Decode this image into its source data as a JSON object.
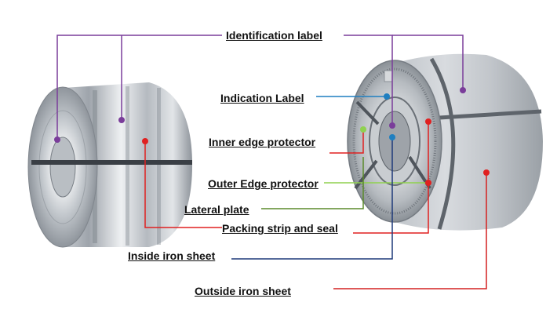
{
  "labels": {
    "identification_label": "Identification label",
    "indication_label": "Indication Label",
    "inner_edge_protector": "Inner edge protector",
    "outer_edge_protector": "Outer Edge protector",
    "lateral_plate": "Lateral plate",
    "packing_strip_and_seal": "Packing strip and seal",
    "inside_iron_sheet": "Inside iron sheet",
    "outside_iron_sheet": "Outside iron sheet"
  },
  "colors": {
    "identification_label": "#7a3d9a",
    "indication_label": "#1f7fc0",
    "inner_edge_protector": "#e02020",
    "outer_edge_protector": "#8fd14f",
    "lateral_plate": "#5a8a2a",
    "packing_strip_and_seal": "#e02020",
    "inside_iron_sheet": "#1f3a7a",
    "outside_iron_sheet": "#d42020"
  }
}
